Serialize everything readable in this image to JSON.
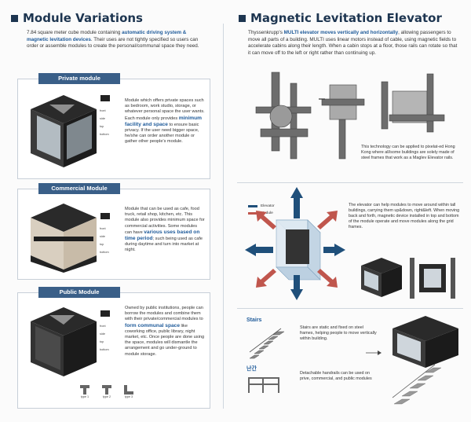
{
  "left": {
    "title": "Module Variations",
    "intro_lead": "7.84 square meter cube module containing ",
    "intro_hl": "automatic driving system & magnetic levitation devices",
    "intro_tail": ". Their uses are not tightly specified so users can order or assemble modules to create the personal/communal space they need.",
    "panels": [
      {
        "label": "Private module",
        "desc_a": "Module which offers private spaces such as bedroom, work studio, storage, or whatever personal space the user wants. Each module only provides ",
        "desc_hl": "minimum facility and space",
        "desc_b": " to ensure basic privacy. If the user need bigger space, he/she can order another module or gather other people's module.",
        "parts": [
          "front",
          "side",
          "top",
          "bottom"
        ]
      },
      {
        "label": "Commercial Module",
        "desc_a": "Module that can be used as cafe, food truck, retail shop, kitchen, etc. This module also provides minimum space for commercial activities. Some modules can have ",
        "desc_hl": "various uses based on time period",
        "desc_b": "; such being used as cafe during daytime and turn into market at night.",
        "parts": [
          "front",
          "side",
          "top",
          "bottom"
        ]
      },
      {
        "label": "Public Module",
        "desc_a": "Owned by public institutions, people can borrow the modules and combine them with their private/commercial modules to ",
        "desc_hl": "form communal space",
        "desc_b": " like coworking office, public library, night market, etc. Once people are done using the space, modules will dismantle the arrangement and go under-ground to module storage.",
        "parts": [
          "front",
          "side",
          "top",
          "bottom"
        ],
        "types": [
          "type 1",
          "type 2",
          "type 3"
        ]
      }
    ]
  },
  "right": {
    "title": "Magnetic  Levitation Elevator",
    "intro_lead": "Thyssenkrupp's ",
    "intro_hl": "MULTI elevator moves vertically and horizontally",
    "intro_tail": ", allowing passengers to move all parts of a building. MULTI uses linear motors instead of cable, using magnetic fields to accelerate cabins along their length. When a cabin stops at a floor, those rails can rotate so that it can move off to the left or right rather than continuing up.",
    "elevator_note": "This technology can be applied to pixelat-ed Hong Kong where all/some buildings are solely made of steel frames that work as a Maglev Elevator rails.",
    "legend": [
      {
        "label": "Elevator",
        "color": "#1f4f7a"
      },
      {
        "label": "Module",
        "color": "#c0564d"
      }
    ],
    "move_note": "The elevator can help modules to move around within tall buildings, carrying them up&down, right&left. When moving back and forth, magnetic device installed in top and bottom of the module operate and move modules along the grid frames.",
    "stairs_head": "Stairs",
    "stairs_note": "Stairs are static and fixed on steel frames, helping people to move vertically within building.",
    "handrail_head": "난간",
    "handrail_note": "Detachable handrails can be used on prive, commercial, and public modules"
  }
}
